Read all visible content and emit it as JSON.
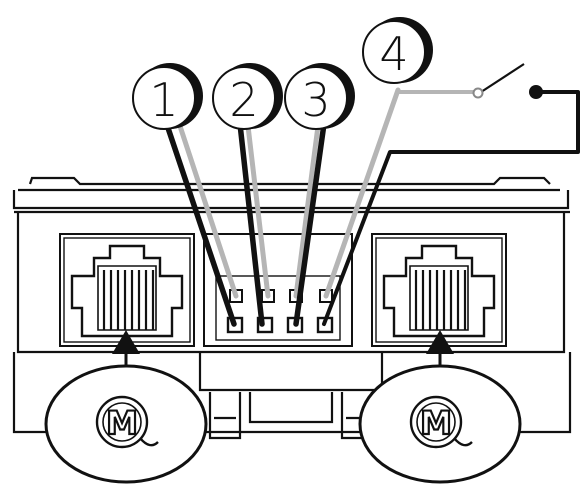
{
  "diagram": {
    "terminals": [
      {
        "label": "1"
      },
      {
        "label": "2"
      },
      {
        "label": "3"
      },
      {
        "label": "4"
      }
    ],
    "logo_letter": "M",
    "colors": {
      "line": "#111111",
      "gray_wire": "#b5b5b5",
      "fill": "#ffffff"
    },
    "icons": {
      "left_port": "rj45-port-icon",
      "right_port": "rj45-port-icon",
      "switch": "switch-icon",
      "left_logo": "m-logo-icon",
      "right_logo": "m-logo-icon"
    }
  }
}
